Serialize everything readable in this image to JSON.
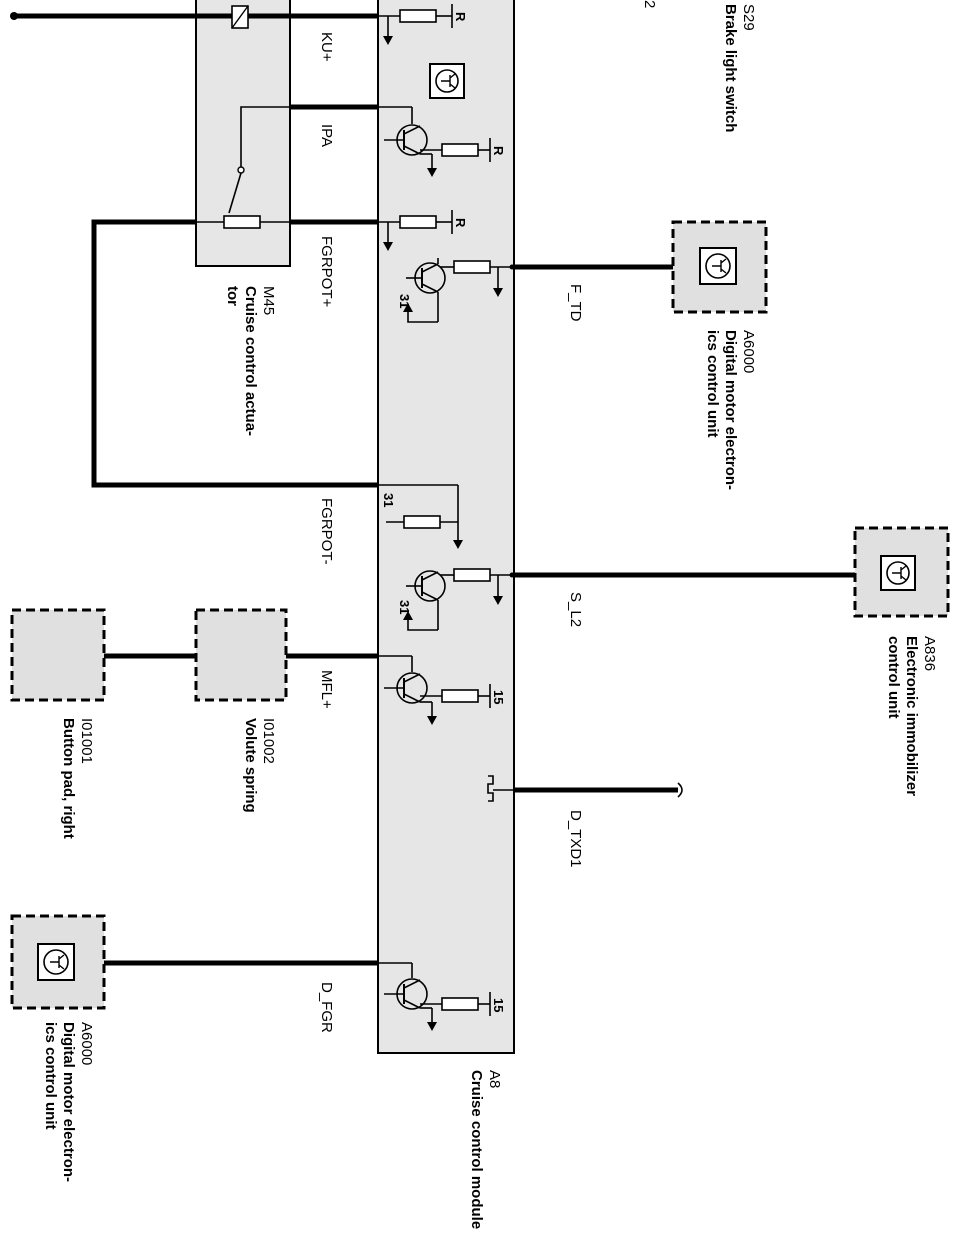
{
  "signals": {
    "ku_plus": "KU+",
    "ipa": "IPA",
    "fgrpot_plus": "FGRPOT+",
    "fgrpot_minus": "FGRPOT-",
    "mfl_plus": "MFL+",
    "d_fgr": "D_FGR",
    "f_td": "F_TD",
    "s_l2": "S_L2",
    "d_txd1": "D_TXD1"
  },
  "terminals": {
    "r": "R",
    "t31": "31",
    "t15": "15"
  },
  "components": {
    "s29": {
      "id": "S29",
      "name": "Brake light switch"
    },
    "m45": {
      "id": "M45",
      "name_line1": "Cruise control actua-",
      "name_line2": "tor"
    },
    "a6000_top": {
      "id": "A6000",
      "name_line1": "Digital motor electron-",
      "name_line2": "ics control unit"
    },
    "a836": {
      "id": "A836",
      "name_line1": "Electronic immobilizer",
      "name_line2": "control unit"
    },
    "i01002": {
      "id": "I01002",
      "name": "Volute spring"
    },
    "i01001": {
      "id": "I01001",
      "name": "Button pad, right"
    },
    "a6000_bottom": {
      "id": "A6000",
      "name_line1": "Digital motor electron-",
      "name_line2": "ics control unit"
    },
    "a8": {
      "id": "A8",
      "name": "Cruise control module"
    }
  },
  "cropped_mark": "2"
}
